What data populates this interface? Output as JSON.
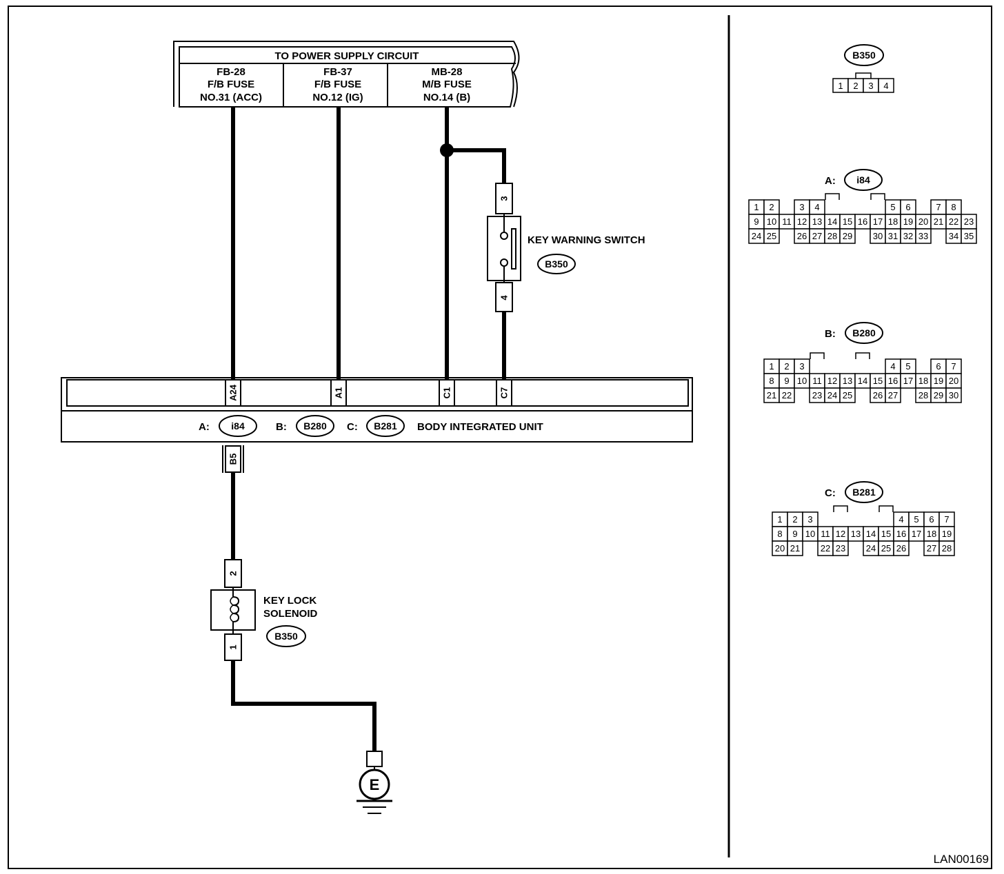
{
  "power_supply": {
    "title": "TO POWER SUPPLY CIRCUIT",
    "fuses": [
      {
        "line1": "FB-28",
        "line2": "F/B FUSE",
        "line3": "NO.31 (ACC)"
      },
      {
        "line1": "FB-37",
        "line2": "F/B FUSE",
        "line3": "NO.12 (IG)"
      },
      {
        "line1": "MB-28",
        "line2": "M/B FUSE",
        "line3": "NO.14 (B)"
      }
    ]
  },
  "key_warning_switch": {
    "label": "KEY WARNING SWITCH",
    "connector": "B350",
    "pin_top": "3",
    "pin_bottom": "4"
  },
  "body_unit": {
    "label": "BODY INTEGRATED UNIT",
    "terminals": [
      "A24",
      "A1",
      "C1",
      "C7"
    ],
    "connectors": [
      {
        "prefix": "A:",
        "name": "i84"
      },
      {
        "prefix": "B:",
        "name": "B280"
      },
      {
        "prefix": "C:",
        "name": "B281"
      }
    ],
    "output_terminal": "B5"
  },
  "key_lock_solenoid": {
    "label_line1": "KEY LOCK",
    "label_line2": "SOLENOID",
    "connector": "B350",
    "pin_top": "2",
    "pin_bottom": "1"
  },
  "ground": {
    "label": "E"
  },
  "connector_views": {
    "b350": {
      "name": "B350",
      "pins": [
        "1",
        "2",
        "3",
        "4"
      ]
    },
    "a_i84": {
      "prefix": "A:",
      "name": "i84",
      "rows": [
        [
          "1",
          "2",
          "",
          "3",
          "4",
          "",
          "",
          "",
          "",
          "5",
          "6",
          "",
          "7",
          "8"
        ],
        [
          "9",
          "10",
          "11",
          "12",
          "13",
          "14",
          "15",
          "16",
          "17",
          "18",
          "19",
          "20",
          "21",
          "22",
          "23"
        ],
        [
          "24",
          "25",
          "",
          "26",
          "27",
          "28",
          "29",
          "",
          "30",
          "31",
          "32",
          "33",
          "",
          "34",
          "35"
        ]
      ]
    },
    "b_b280": {
      "prefix": "B:",
      "name": "B280",
      "rows": [
        [
          "1",
          "2",
          "3",
          "",
          "",
          "",
          "",
          "",
          "4",
          "5",
          "",
          "6",
          "7"
        ],
        [
          "8",
          "9",
          "10",
          "11",
          "12",
          "13",
          "14",
          "15",
          "16",
          "17",
          "18",
          "19",
          "20"
        ],
        [
          "21",
          "22",
          "",
          "23",
          "24",
          "25",
          "",
          "26",
          "27",
          "",
          "28",
          "29",
          "30"
        ]
      ]
    },
    "c_b281": {
      "prefix": "C:",
      "name": "B281",
      "rows": [
        [
          "1",
          "2",
          "3",
          "",
          "",
          "",
          "",
          "",
          "4",
          "5",
          "6",
          "7"
        ],
        [
          "8",
          "9",
          "10",
          "11",
          "12",
          "13",
          "14",
          "15",
          "16",
          "17",
          "18",
          "19"
        ],
        [
          "20",
          "21",
          "",
          "22",
          "23",
          "",
          "24",
          "25",
          "26",
          "",
          "27",
          "28"
        ]
      ]
    }
  },
  "figure_id": "LAN00169"
}
